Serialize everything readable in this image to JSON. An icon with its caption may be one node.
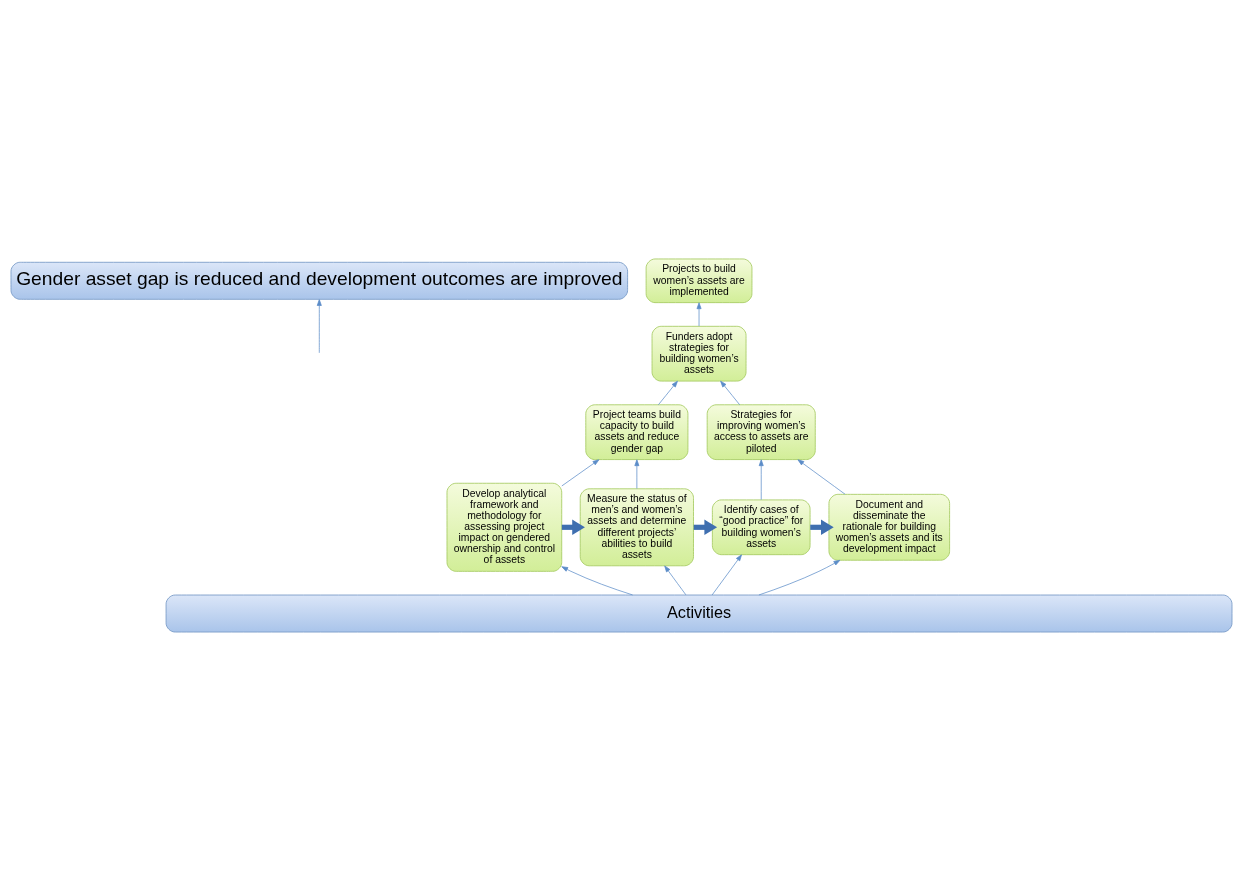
{
  "diagram": {
    "nodes": [
      {
        "text": [
          "Gender asset gap is reduced and development outcomes are improved"
        ]
      },
      {
        "text": [
          "Projects to build women’s assets are implemented"
        ]
      },
      {
        "text": [
          "Funders adopt strategies for building women’s assets"
        ]
      },
      {
        "text": [
          "Project teams build capacity to build assets and reduce gender gap"
        ]
      },
      {
        "text": [
          "Strategies for improving women’s access to assets are piloted"
        ]
      },
      {
        "text": [
          "Develop analytical framework and methodology for assessing project impact on gendered ownership and control of assets"
        ]
      },
      {
        "text": [
          "Measure the status of men’s and women’s assets and determine different projects’ abilities to build assets"
        ]
      },
      {
        "text": [
          "Identify cases of “good practice” for building women’s assets"
        ]
      },
      {
        "text": [
          "Document and disseminate the rationale for building women’s assets and its development impact"
        ]
      },
      {
        "text": [
          "Activities"
        ]
      }
    ],
    "edges": [
      {
        "from": null,
        "to": 0,
        "arrow": "to"
      },
      {
        "from": 2,
        "to": 1,
        "arrow": "to"
      },
      {
        "from": 3,
        "to": 2,
        "arrow": "to"
      },
      {
        "from": 4,
        "to": 2,
        "arrow": "to"
      },
      {
        "from": 5,
        "to": 3,
        "arrow": "to"
      },
      {
        "from": 6,
        "to": 3,
        "arrow": "to"
      },
      {
        "from": 7,
        "to": 4,
        "arrow": "to"
      },
      {
        "from": 8,
        "to": 4,
        "arrow": "to"
      },
      {
        "from": 9,
        "to": 5,
        "arrow": "to"
      },
      {
        "from": 9,
        "to": 6,
        "arrow": "to"
      },
      {
        "from": 9,
        "to": 7,
        "arrow": "to"
      },
      {
        "from": 9,
        "to": 8,
        "arrow": "to"
      },
      {
        "from": 5,
        "to": 6,
        "arrow": "to",
        "style": "thick",
        "color": "#3f6fb0"
      },
      {
        "from": 6,
        "to": 7,
        "arrow": "to",
        "style": "thick",
        "color": "#3f6fb0"
      },
      {
        "from": 7,
        "to": 8,
        "arrow": "to",
        "style": "thick",
        "color": "#3f6fb0"
      }
    ]
  }
}
